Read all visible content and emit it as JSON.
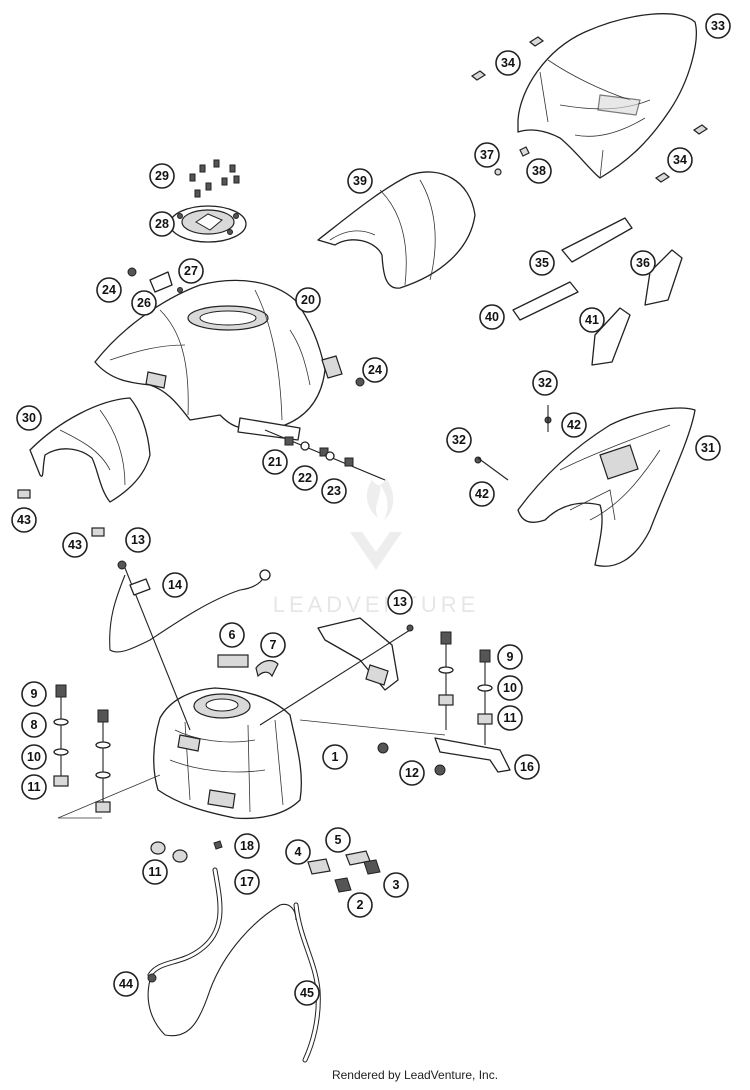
{
  "watermark": {
    "text": "LEADVENTURE"
  },
  "footer": {
    "credit": "Rendered by LeadVenture, Inc."
  },
  "callouts": [
    "1",
    "2",
    "3",
    "4",
    "5",
    "6",
    "7",
    "8",
    "9",
    "10",
    "11",
    "12",
    "13",
    "14",
    "16",
    "17",
    "18",
    "20",
    "21",
    "22",
    "23",
    "24",
    "26",
    "27",
    "28",
    "29",
    "30",
    "31",
    "32",
    "33",
    "34",
    "35",
    "36",
    "37",
    "38",
    "39",
    "40",
    "41",
    "42",
    "43",
    "44",
    "45"
  ]
}
